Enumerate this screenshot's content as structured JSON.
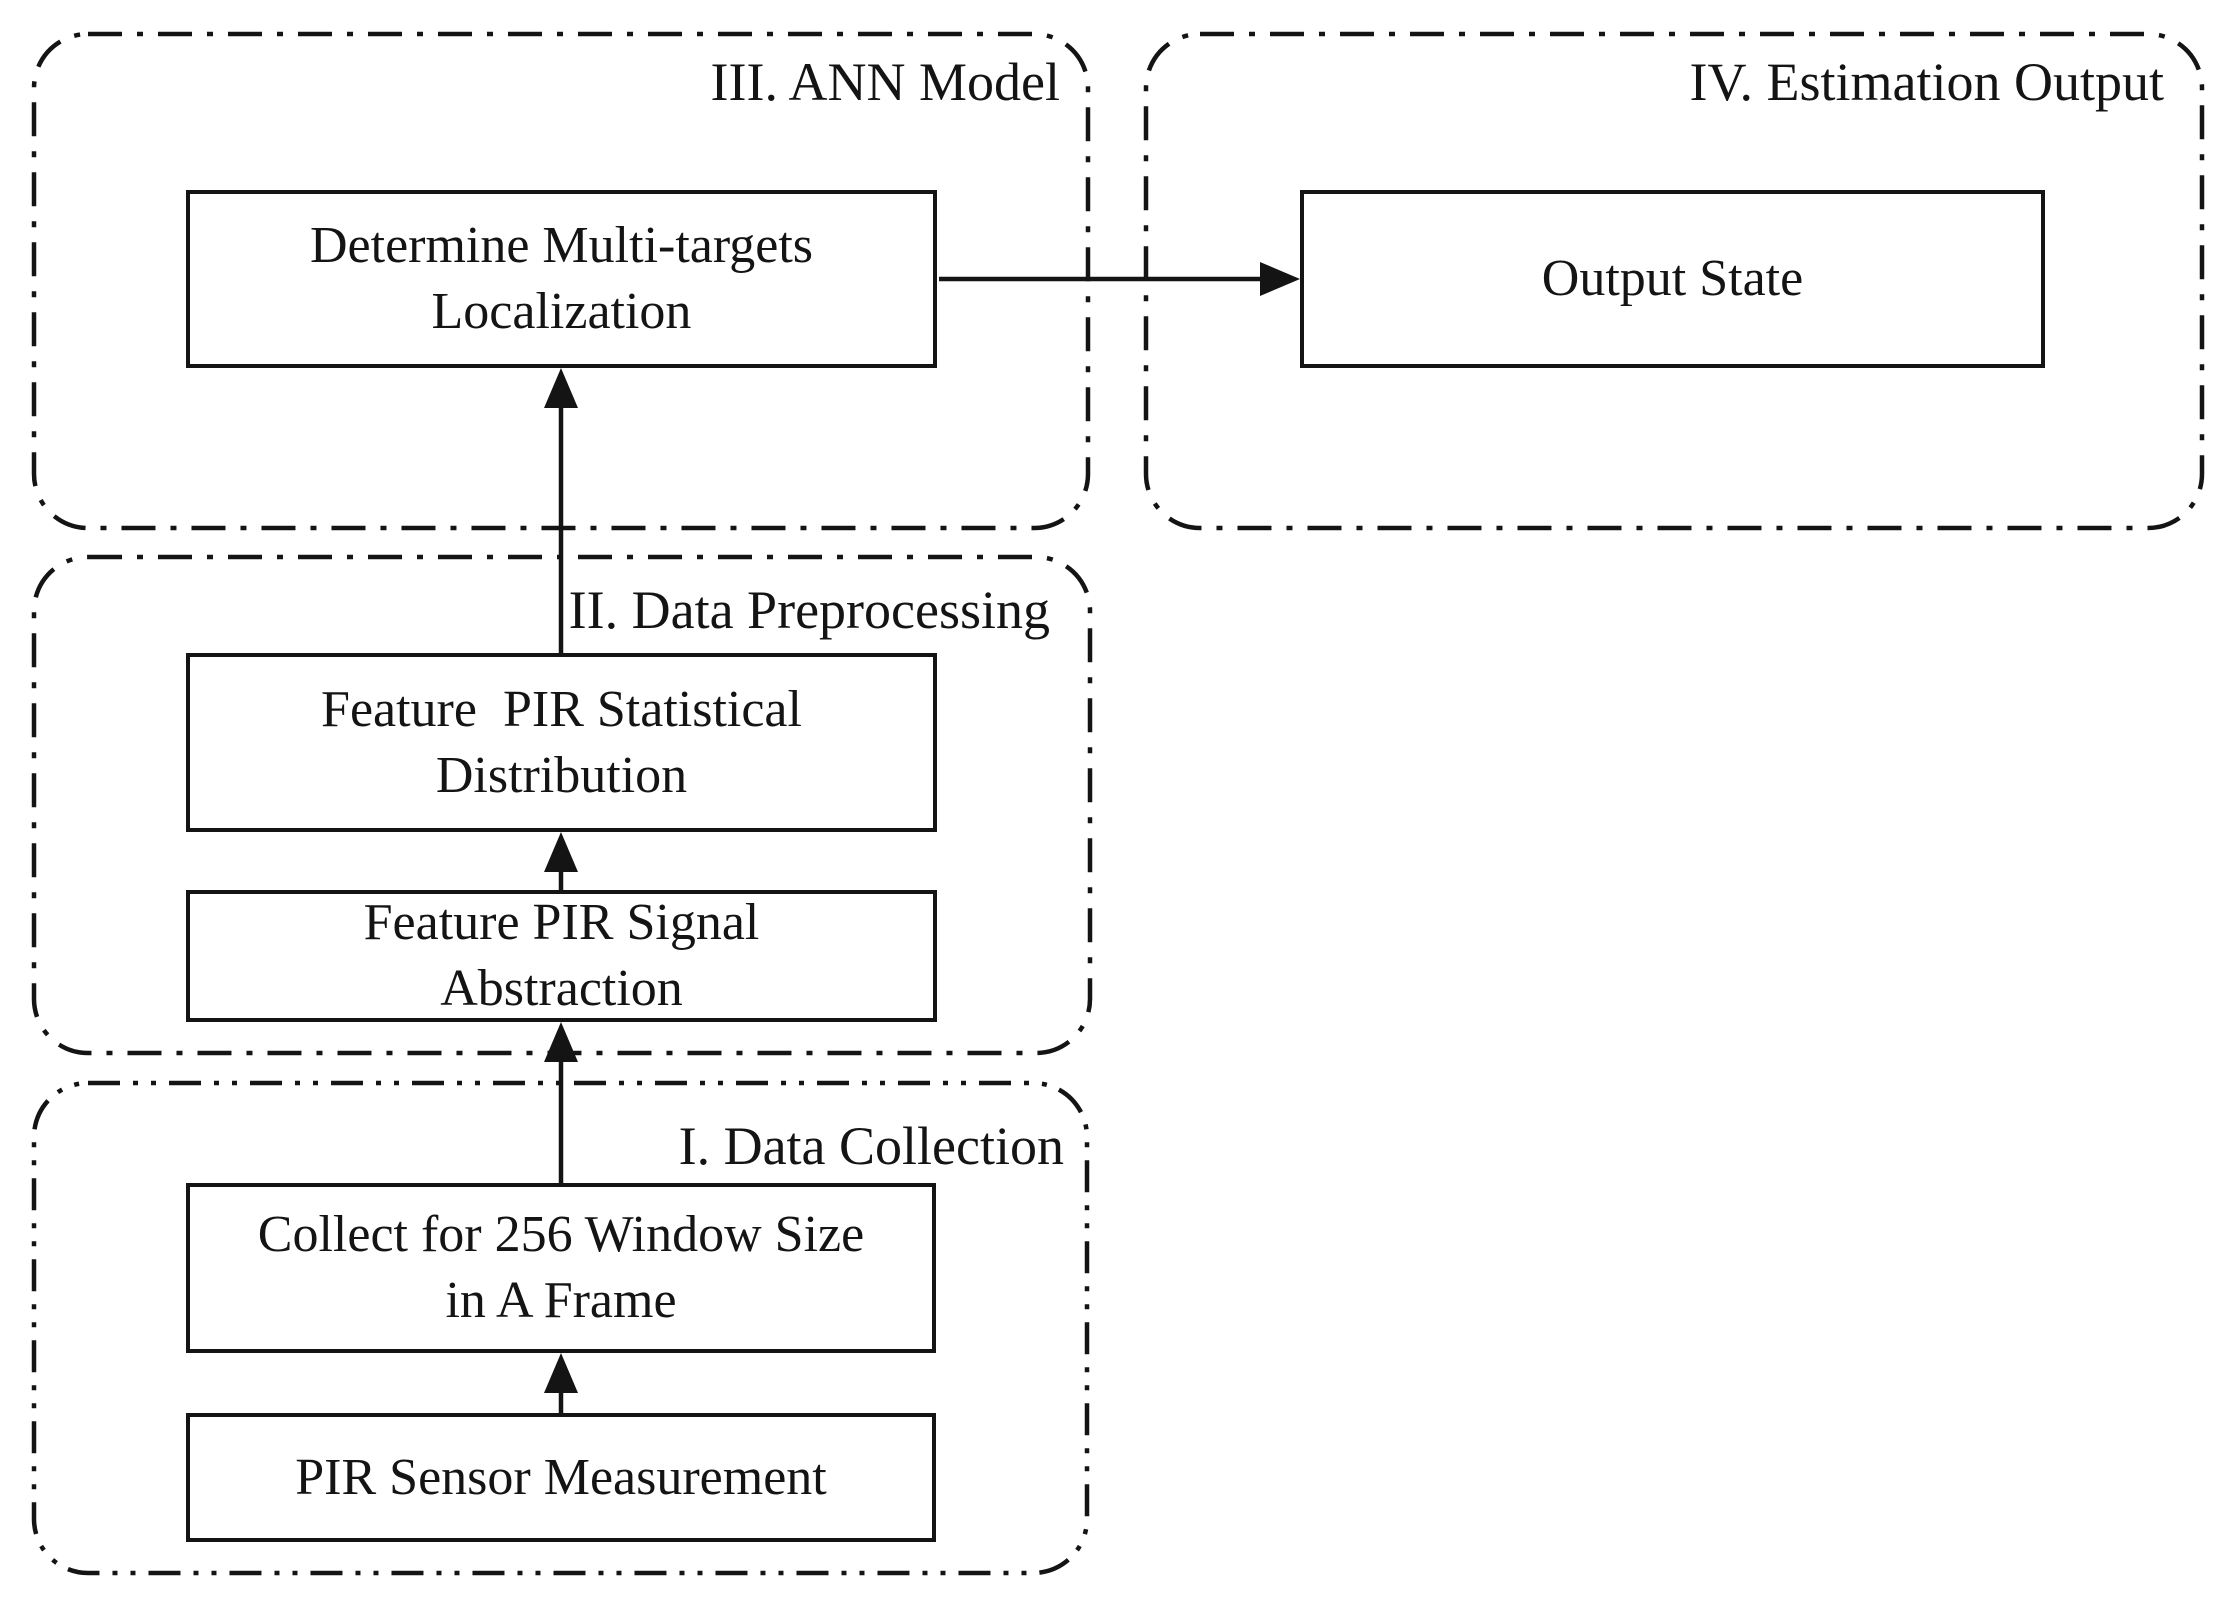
{
  "colors": {
    "ink": "#141414",
    "background": "#ffffff"
  },
  "groups": {
    "ann_model": {
      "label": "III. ANN Model"
    },
    "estimation_output": {
      "label": "IV. Estimation Output"
    },
    "data_preprocessing": {
      "label": "II. Data Preprocessing"
    },
    "data_collection": {
      "label": "I. Data Collection"
    }
  },
  "nodes": {
    "determine_localization": {
      "label": "Determine Multi-targets\nLocalization"
    },
    "output_state": {
      "label": "Output State"
    },
    "statistical_distribution": {
      "label": "Feature  PIR Statistical\nDistribution"
    },
    "signal_abstraction": {
      "label": "Feature PIR Signal\nAbstraction"
    },
    "collect_window": {
      "label": "Collect for 256 Window Size\nin A Frame"
    },
    "pir_measurement": {
      "label": "PIR Sensor Measurement"
    }
  },
  "edges": [
    {
      "from": "pir_measurement",
      "to": "collect_window",
      "direction": "up"
    },
    {
      "from": "collect_window",
      "to": "signal_abstraction",
      "direction": "up"
    },
    {
      "from": "signal_abstraction",
      "to": "statistical_distribution",
      "direction": "up"
    },
    {
      "from": "statistical_distribution",
      "to": "determine_localization",
      "direction": "up"
    },
    {
      "from": "determine_localization",
      "to": "output_state",
      "direction": "right"
    }
  ]
}
